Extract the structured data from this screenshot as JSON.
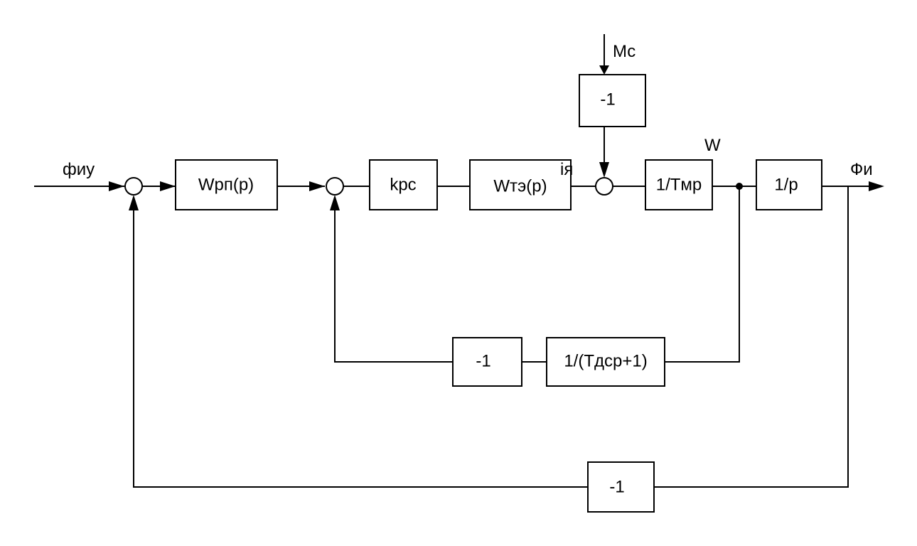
{
  "signals": {
    "input": "фиу",
    "disturbance": "Мс",
    "current": "iя",
    "speed": "W",
    "output": "Фи"
  },
  "blocks": {
    "position_regulator": "Wрп(p)",
    "speed_regulator": "kрс",
    "thyristor_converter": "Wтэ(p)",
    "mechanical": "1/Tмp",
    "integrator": "1/p",
    "disturbance_inverter": "-1",
    "speed_feedback_inverter": "-1",
    "speed_sensor": "1/(Tдсp+1)",
    "position_feedback_inverter": "-1"
  }
}
